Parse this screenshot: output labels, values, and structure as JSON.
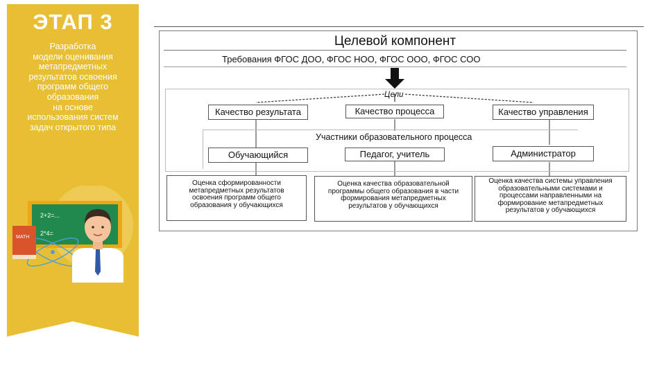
{
  "sidebar": {
    "stage_title": "ЭТАП 3",
    "description_lines": [
      "Разработка",
      "модели оценивания",
      "метапредметных",
      "результатов освоения",
      "программ общего",
      "образования",
      "на основе",
      "использования систем",
      "задач открытого типа"
    ],
    "board_text_1": "2+2=...",
    "board_text_2": "2*4=",
    "book_label": "MATH"
  },
  "diagram": {
    "header": "Целевой компонент",
    "requirements": "Требования ФГОС ДОО, ФГОС НОО, ФГОС ООО, ФГОС СОО",
    "goals_label": "Цели",
    "quality": [
      "Качество результата",
      "Качество процесса",
      "Качество управления"
    ],
    "participants_label": "Участники образовательного процесса",
    "participants": [
      "Обучающийся",
      "Педагог, учитель",
      "Администратор"
    ],
    "assessments": [
      [
        "Оценка сформированности",
        "метапредметных результатов",
        "освоения программ общего",
        "образования у обучающихся"
      ],
      [
        "Оценка качества образовательной",
        "программы общего образования в части",
        "формирования метапредметных",
        "результатов у обучающихся"
      ],
      [
        "Оценка качества системы управления",
        "образовательными системами и",
        "процессами направленными на",
        "формирование метапредметных",
        "результатов у обучающихся"
      ]
    ]
  },
  "colors": {
    "banner": "#e8be35",
    "board": "#1f8a4c",
    "board_frame": "#e8a818",
    "arrow": "#111111"
  }
}
